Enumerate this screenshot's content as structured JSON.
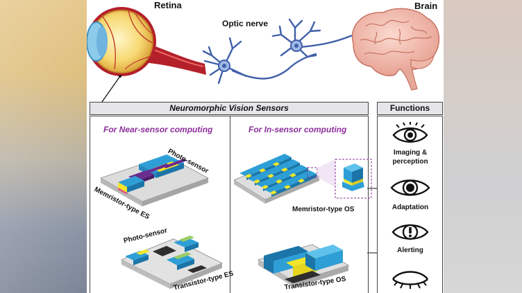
{
  "top": {
    "retina_label": "Retina",
    "optic_nerve_label": "Optic nerve",
    "brain_label": "Brain"
  },
  "sensors": {
    "title": "Neuromorphic Vision Sensors",
    "near_sensor_title": "For Near-sensor computing",
    "in_sensor_title": "For In-sensor computing",
    "near_items": [
      {
        "photo_label": "Photo-sensor",
        "device_label": "Memristor-type ES"
      },
      {
        "photo_label": "Photo-sensor",
        "device_label": "Transistor-type ES"
      }
    ],
    "in_items": [
      {
        "device_label": "Memristor-type OS"
      },
      {
        "device_label": "Transistor-type OS"
      }
    ]
  },
  "functions": {
    "title": "Functions",
    "items": [
      {
        "label": "Imaging &\nperception",
        "icon": "eye-open-icon"
      },
      {
        "label": "Adaptation",
        "icon": "eye-iris-icon"
      },
      {
        "label": "Alerting",
        "icon": "eye-exclamation-icon"
      },
      {
        "label": "",
        "icon": "eye-closed-icon"
      }
    ]
  },
  "colors": {
    "accent_purple": "#8b2e9a",
    "device_blue": "#2e9fd6",
    "device_yellow": "#f2e62b",
    "device_green": "#9ccc65",
    "electrode_purple": "#6a2d8f"
  }
}
